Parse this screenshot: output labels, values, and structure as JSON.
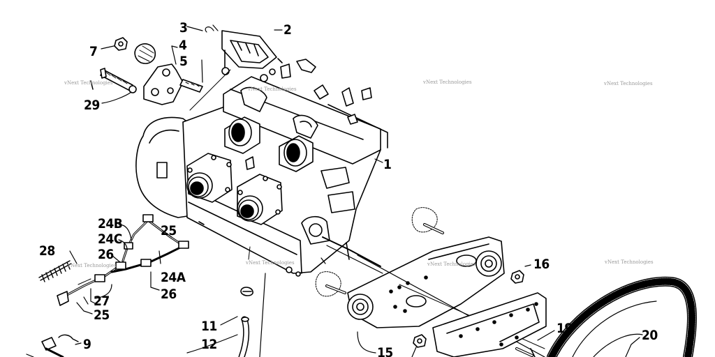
{
  "watermark": "vNext Technologies",
  "callouts": {
    "c1": "1",
    "c2": "2",
    "c3": "3",
    "c4": "4",
    "c5": "5",
    "c7": "7",
    "c9": "9",
    "c11": "11",
    "c12": "12",
    "c15": "15",
    "c16": "16",
    "c19": "19",
    "c20": "20",
    "c24a": "24A",
    "c24b": "24B",
    "c24c": "24C",
    "c25a": "25",
    "c25b": "25",
    "c26a": "26",
    "c26b": "26",
    "c27": "27",
    "c28": "28",
    "c29": "29"
  },
  "colors": {
    "line": "#000000",
    "paper": "#ffffff",
    "watermark": "#9a9a9a"
  }
}
